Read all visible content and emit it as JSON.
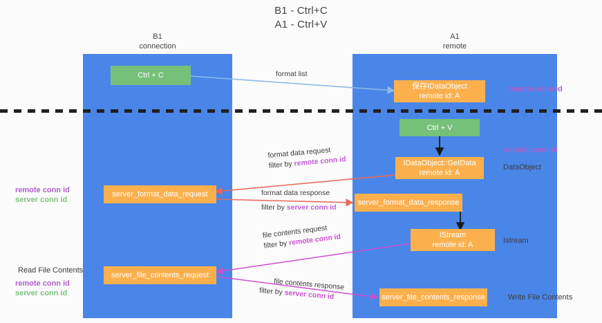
{
  "title": {
    "line1": "B1 - Ctrl+C",
    "line2": "A1 - Ctrl+V"
  },
  "lanes": [
    {
      "id": "b1",
      "name": "B1",
      "role": "connection"
    },
    {
      "id": "a1",
      "name": "A1",
      "role": "remote"
    }
  ],
  "nodes": {
    "ctrl_c": {
      "label": "Ctrl + C"
    },
    "ctrl_v": {
      "label": "Ctrl + V"
    },
    "save_dataobject": {
      "line1": "保存IDataObject",
      "line2": "remote id: A"
    },
    "getdata": {
      "line1": "IDataObject::GetData",
      "line2": "remote id: A"
    },
    "istream": {
      "line1": "IStream",
      "line2": "remote id: A"
    },
    "fmt_req": {
      "label": "server_format_data_request"
    },
    "fmt_res": {
      "label": "server_format_data_response"
    },
    "file_req": {
      "label": "server_file_contents_request"
    },
    "file_res": {
      "label": "server_file_contents_response"
    }
  },
  "edges": [
    {
      "id": "format-list",
      "text": "format list"
    },
    {
      "id": "format-data-request",
      "text": "format data request",
      "filter_prefix": "filter by ",
      "filter_key": "remote conn id"
    },
    {
      "id": "format-data-response",
      "text": "format data response",
      "filter_prefix": "filter by ",
      "filter_key": "server conn id"
    },
    {
      "id": "file-contents-request",
      "text": "file contents request",
      "filter_prefix": "filter by ",
      "filter_key": "remote conn id"
    },
    {
      "id": "file-contents-response",
      "text": "file contents response",
      "filter_prefix": "filter by ",
      "filter_key": "server conn id"
    }
  ],
  "annotations": {
    "right_top_conn": "remote conn id",
    "right_mid_conn": "remote conn id",
    "dataobject": "DataObject",
    "istream": "Istream",
    "write_file": "Write File Contents",
    "left_mid_remote": "remote conn id",
    "left_mid_server": "server conn id",
    "read_file": "Read File Contents",
    "left_bot_remote": "remote conn id",
    "left_bot_server": "server conn id"
  },
  "colors": {
    "lane": "#4a86e8",
    "green_node": "#76c07a",
    "orange_node": "#fbb04d",
    "purple_key": "#b05fc9",
    "green_key": "#7fc27f",
    "magenta_edge": "#cc4fd0",
    "red_edge": "#e8695b",
    "blue_edge": "#8cb9e8",
    "divider": "#202020"
  }
}
